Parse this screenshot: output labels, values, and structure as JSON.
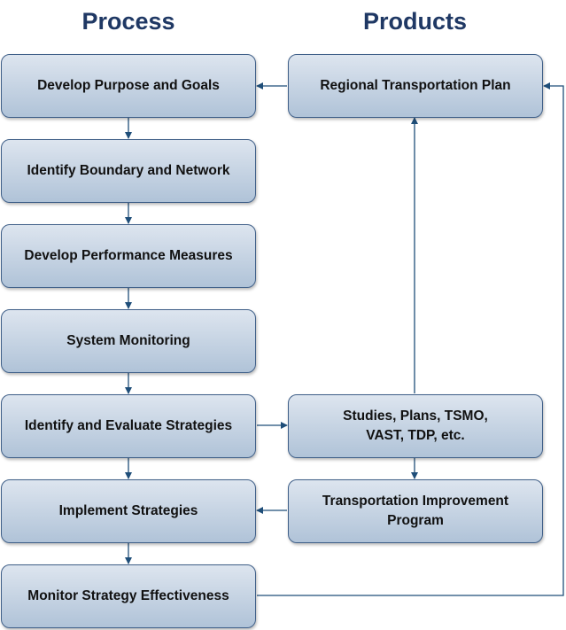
{
  "headings": {
    "process": "Process",
    "products": "Products"
  },
  "process_steps": [
    "Develop Purpose and Goals",
    "Identify Boundary and Network",
    "Develop Performance Measures",
    "System Monitoring",
    "Identify and Evaluate Strategies",
    "Implement Strategies",
    "Monitor Strategy Effectiveness"
  ],
  "products": {
    "rtp": "Regional Transportation Plan",
    "studies_line1": "Studies, Plans, TSMO,",
    "studies_line2": "VAST, TDP, etc.",
    "tip_line1": "Transportation Improvement",
    "tip_line2": "Program"
  },
  "colors": {
    "heading": "#1f3864",
    "box_border": "#3f5f88",
    "connector": "#1f4e79"
  }
}
